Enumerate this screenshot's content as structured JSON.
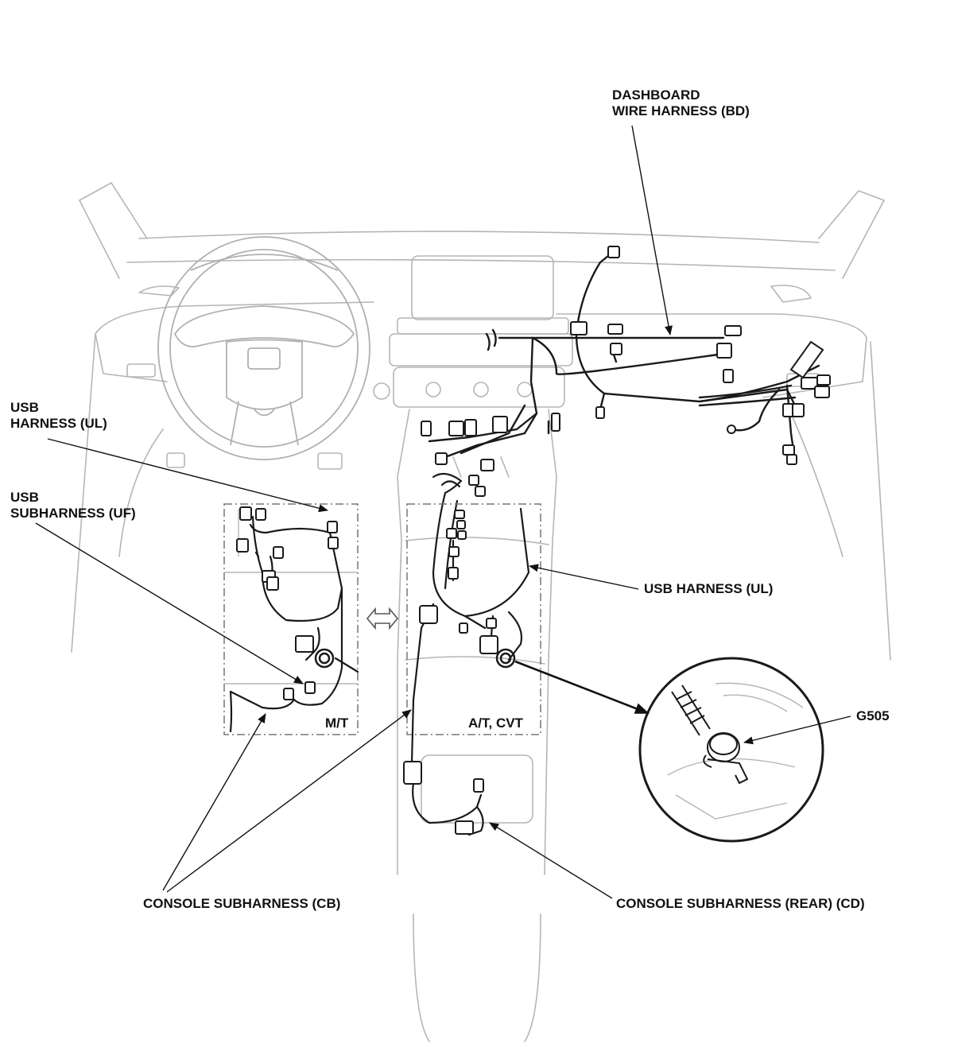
{
  "labels": {
    "dashboard_harness": {
      "line1": "DASHBOARD",
      "line2": "WIRE HARNESS (BD)"
    },
    "usb_harness_left": {
      "line1": "USB",
      "line2": "HARNESS (UL)"
    },
    "usb_subharness": {
      "line1": "USB",
      "line2": "SUBHARNESS (UF)"
    },
    "usb_harness_right": "USB HARNESS (UL)",
    "console_subharness_cb": "CONSOLE SUBHARNESS (CB)",
    "console_subharness_rear": "CONSOLE SUBHARNESS (REAR) (CD)",
    "ground_point": "G505",
    "variant_mt": "M/T",
    "variant_at": "A/T, CVT"
  },
  "colors": {
    "outline": "#b5b5b5",
    "harness": "#1a1a1a",
    "leader": "#111111"
  }
}
